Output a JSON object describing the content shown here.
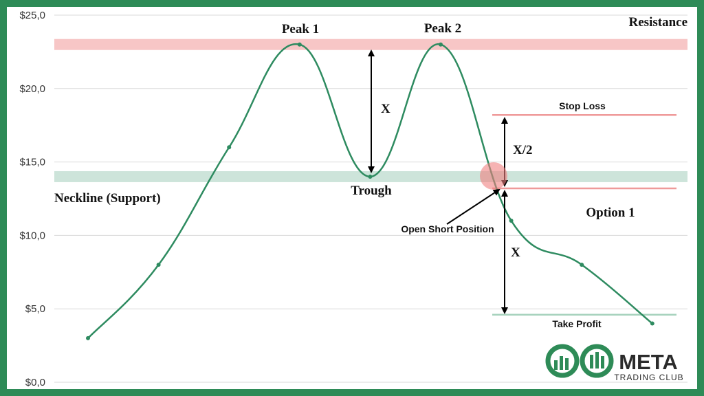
{
  "chart_data": {
    "type": "line",
    "ylim": [
      0,
      25
    ],
    "y_ticks": [
      "$0,0",
      "$5,0",
      "$10,0",
      "$15,0",
      "$20,0",
      "$25,0"
    ],
    "series": [
      {
        "x": [
          1,
          2,
          3,
          4,
          5,
          6,
          7,
          8,
          9
        ],
        "values": [
          3,
          8,
          16,
          23,
          14,
          23,
          11,
          8,
          4
        ]
      }
    ],
    "levels": {
      "resistance": 23,
      "neckline": 14,
      "stop_loss": 18.2,
      "entry": 13.2,
      "take_profit": 4.6
    },
    "labels": {
      "resistance": "Resistance",
      "peak1": "Peak 1",
      "peak2": "Peak 2",
      "trough": "Trough",
      "neckline": "Neckline (Support)",
      "stop_loss": "Stop Loss",
      "option": "Option 1",
      "open_short": "Open Short Position",
      "take_profit": "Take Profit",
      "x_height": "X",
      "half_x": "X/2",
      "x_target": "X"
    },
    "grid": true,
    "colors": {
      "line": "#2e8b60",
      "resistance_band": "#f7c6c6",
      "support_band": "#cde4da",
      "stop_line": "#ef9a9a",
      "tp_line": "#a6d2bc",
      "border": "#2e8b57"
    }
  },
  "logo": {
    "name": "META",
    "sub": "TRADING CLUB"
  }
}
